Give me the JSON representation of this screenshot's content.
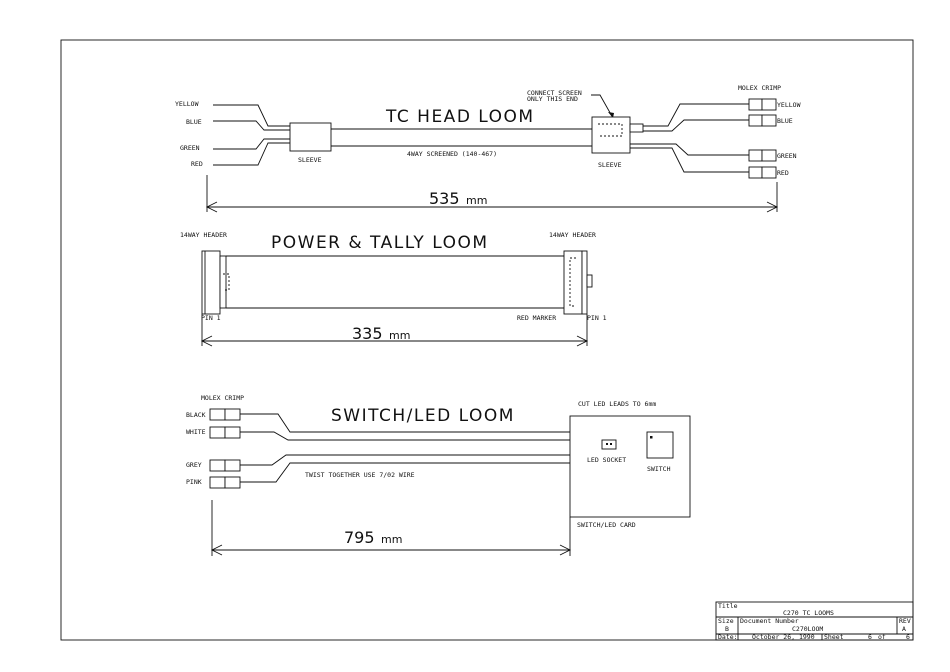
{
  "tc_head_loom": {
    "title": "TC HEAD LOOM",
    "left_wires": [
      "YELLOW",
      "BLUE",
      "GREEN",
      "RED"
    ],
    "right_wires": [
      "YELLOW",
      "BLUE",
      "GREEN",
      "RED"
    ],
    "sleeve_left": "SLEEVE",
    "sleeve_right": "SLEEVE",
    "cable_label": "4WAY SCREENED (140-467)",
    "connect_note_line1": "CONNECT SCREEN",
    "connect_note_line2": "ONLY THIS END",
    "molex_label": "MOLEX CRIMP",
    "length": "535",
    "unit": "mm"
  },
  "power_tally_loom": {
    "title": "POWER & TALLY LOOM",
    "left_header": "14WAY HEADER",
    "right_header": "14WAY HEADER",
    "pin_left": "PIN 1",
    "pin_right": "PIN 1",
    "red_marker": "RED MARKER",
    "length": "335",
    "unit": "mm"
  },
  "switch_led_loom": {
    "title": "SWITCH/LED LOOM",
    "molex_label": "MOLEX CRIMP",
    "wires": [
      "BLACK",
      "WHITE",
      "GREY",
      "PINK"
    ],
    "twist_note": "TWIST TOGETHER USE 7/02 WIRE",
    "cut_note": "CUT LED LEADS TO 6mm",
    "led_socket": "LED SOCKET",
    "switch": "SWITCH",
    "card_label": "SWITCH/LED CARD",
    "length": "795",
    "unit": "mm"
  },
  "title_block": {
    "title_label": "Title",
    "title_value": "C270 TC LOOMS",
    "size_label": "Size",
    "size_value": "B",
    "docnum_label": "Document Number",
    "docnum_value": "C270LOOM",
    "rev_label": "REV",
    "rev_value": "A",
    "date_label": "Date:",
    "date_value": "October 26, 1990",
    "sheet_label": "Sheet",
    "sheet_value": "6",
    "of_label": "of",
    "of_value": "6"
  }
}
